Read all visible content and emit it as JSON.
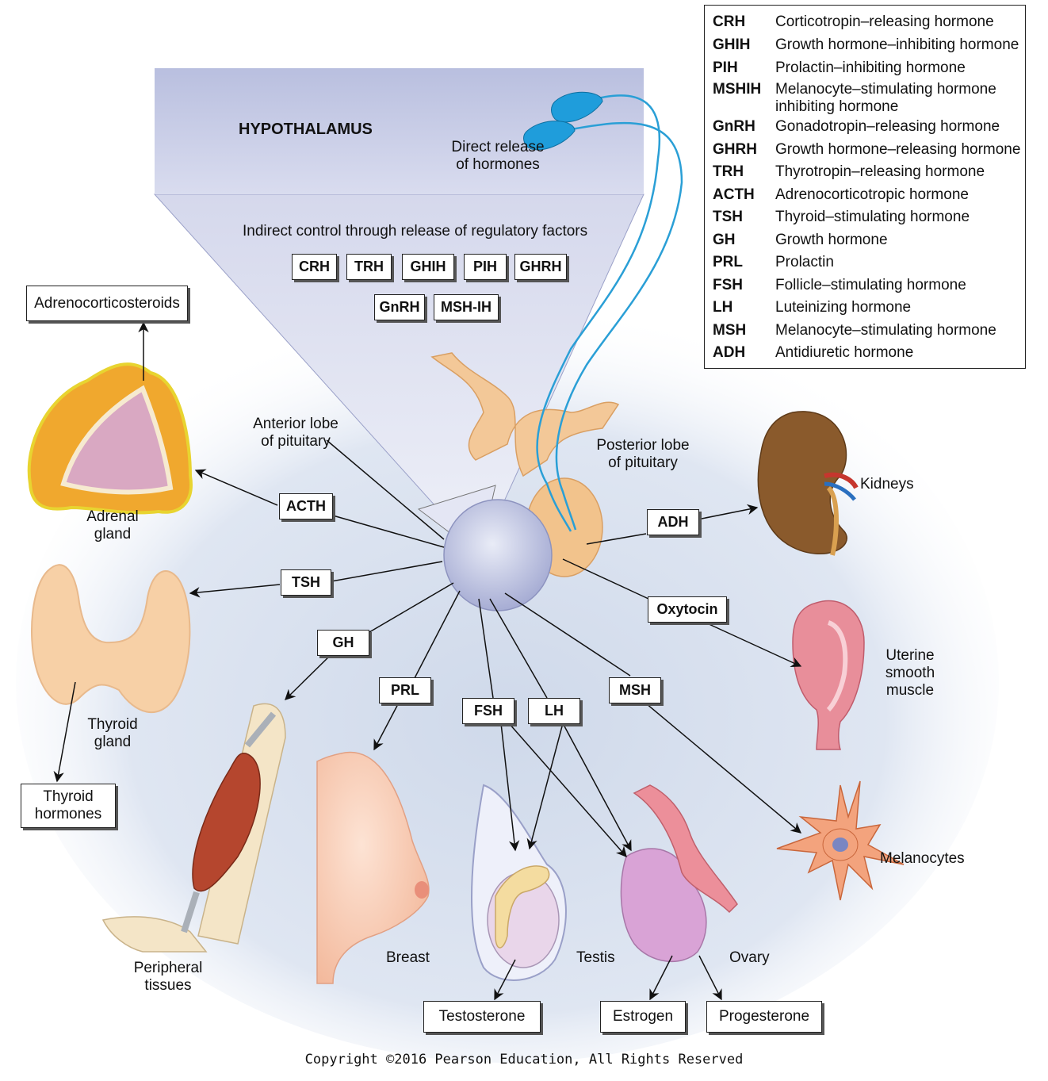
{
  "hypothalamus": {
    "title": "HYPOTHALAMUS",
    "direct_release": "Direct release\nof hormones",
    "indirect_control": "Indirect control through release of regulatory factors",
    "factors": [
      "CRH",
      "TRH",
      "GHIH",
      "PIH",
      "GHRH",
      "GnRH",
      "MSH-IH"
    ]
  },
  "pituitary": {
    "anterior_label": "Anterior lobe\nof pituitary",
    "posterior_label": "Posterior lobe\nof pituitary"
  },
  "hormones": {
    "acth": "ACTH",
    "tsh": "TSH",
    "gh": "GH",
    "prl": "PRL",
    "fsh": "FSH",
    "lh": "LH",
    "msh": "MSH",
    "adh": "ADH",
    "oxytocin": "Oxytocin"
  },
  "targets": {
    "adrenal_gland": "Adrenal\ngland",
    "thyroid_gland": "Thyroid\ngland",
    "peripheral_tissues": "Peripheral\ntissues",
    "breast": "Breast",
    "testis": "Testis",
    "ovary": "Ovary",
    "melanocytes": "Melanocytes",
    "uterine_smooth_muscle": "Uterine\nsmooth\nmuscle",
    "kidneys": "Kidneys"
  },
  "products": {
    "adrenocorticosteroids": "Adrenocorticosteroids",
    "thyroid_hormones": "Thyroid\nhormones",
    "testosterone": "Testosterone",
    "estrogen": "Estrogen",
    "progesterone": "Progesterone"
  },
  "legend": [
    {
      "abbr": "CRH",
      "full": "Corticotropin–releasing hormone"
    },
    {
      "abbr": "GHIH",
      "full": "Growth hormone–inhibiting hormone"
    },
    {
      "abbr": "PIH",
      "full": "Prolactin–inhibiting hormone"
    },
    {
      "abbr": "MSHIH",
      "full": "Melanocyte–stimulating hormone inhibiting hormone"
    },
    {
      "abbr": "GnRH",
      "full": "Gonadotropin–releasing hormone"
    },
    {
      "abbr": "GHRH",
      "full": "Growth hormone–releasing hormone"
    },
    {
      "abbr": "TRH",
      "full": "Thyrotropin–releasing hormone"
    },
    {
      "abbr": "ACTH",
      "full": "Adrenocorticotropic hormone"
    },
    {
      "abbr": "TSH",
      "full": "Thyroid–stimulating hormone"
    },
    {
      "abbr": "GH",
      "full": "Growth hormone"
    },
    {
      "abbr": "PRL",
      "full": "Prolactin"
    },
    {
      "abbr": "FSH",
      "full": "Follicle–stimulating hormone"
    },
    {
      "abbr": "LH",
      "full": "Luteinizing hormone"
    },
    {
      "abbr": "MSH",
      "full": "Melanocyte–stimulating hormone"
    },
    {
      "abbr": "ADH",
      "full": "Antidiuretic hormone"
    }
  ],
  "copyright": "Copyright ©2016 Pearson Education, All Rights Reserved",
  "colors": {
    "hypothalamus_band": "#c9cde6",
    "background_glow": "#dfe6f2",
    "neuron_blue": "#2a9fd6",
    "posterior_lobe": "#f2c38c",
    "anterior_lobe": "#c7cbe3",
    "muscle": "#b5462e",
    "kidney": "#8a5a2c",
    "uterus": "#e07d8c",
    "ovary": "#d9a3d6",
    "melanocyte": "#f0a07e"
  }
}
